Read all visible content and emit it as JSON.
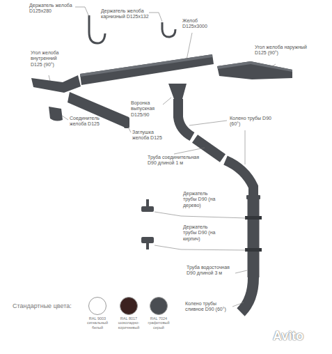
{
  "diagram": {
    "labels": [
      "Держатель желоба D125x280",
      "Держатель желоба карнизный D125x132",
      "Желоб D125x3000",
      "Угол желоба наружный D125 (90°)",
      "Угол желоба внутренний D125 (90°)",
      "Воронка выпускная D125/90",
      "Соединитель желоба D125",
      "Заглушка желоба D125",
      "Колено трубы D90 (60°)",
      "Труба соединительная D90 длиной 1 м",
      "Держатель трубы D90 (на дерево)",
      "Держатель трубы D90 (на кирпич)",
      "Труба водосточная D90 длиной 3 м",
      "Колено трубы сливное D90 (60°)",
      "Стандартные цвета:",
      "Avito"
    ],
    "legend": [
      {
        "text": "RAL 9003 сигнальный белый",
        "color": "#ffffff"
      },
      {
        "text": "RAL 8017 шоколадно-коричневый",
        "color": "#3b2220"
      },
      {
        "text": "RAL 7024 графитовый серый",
        "color": "#4a4d52"
      }
    ]
  }
}
